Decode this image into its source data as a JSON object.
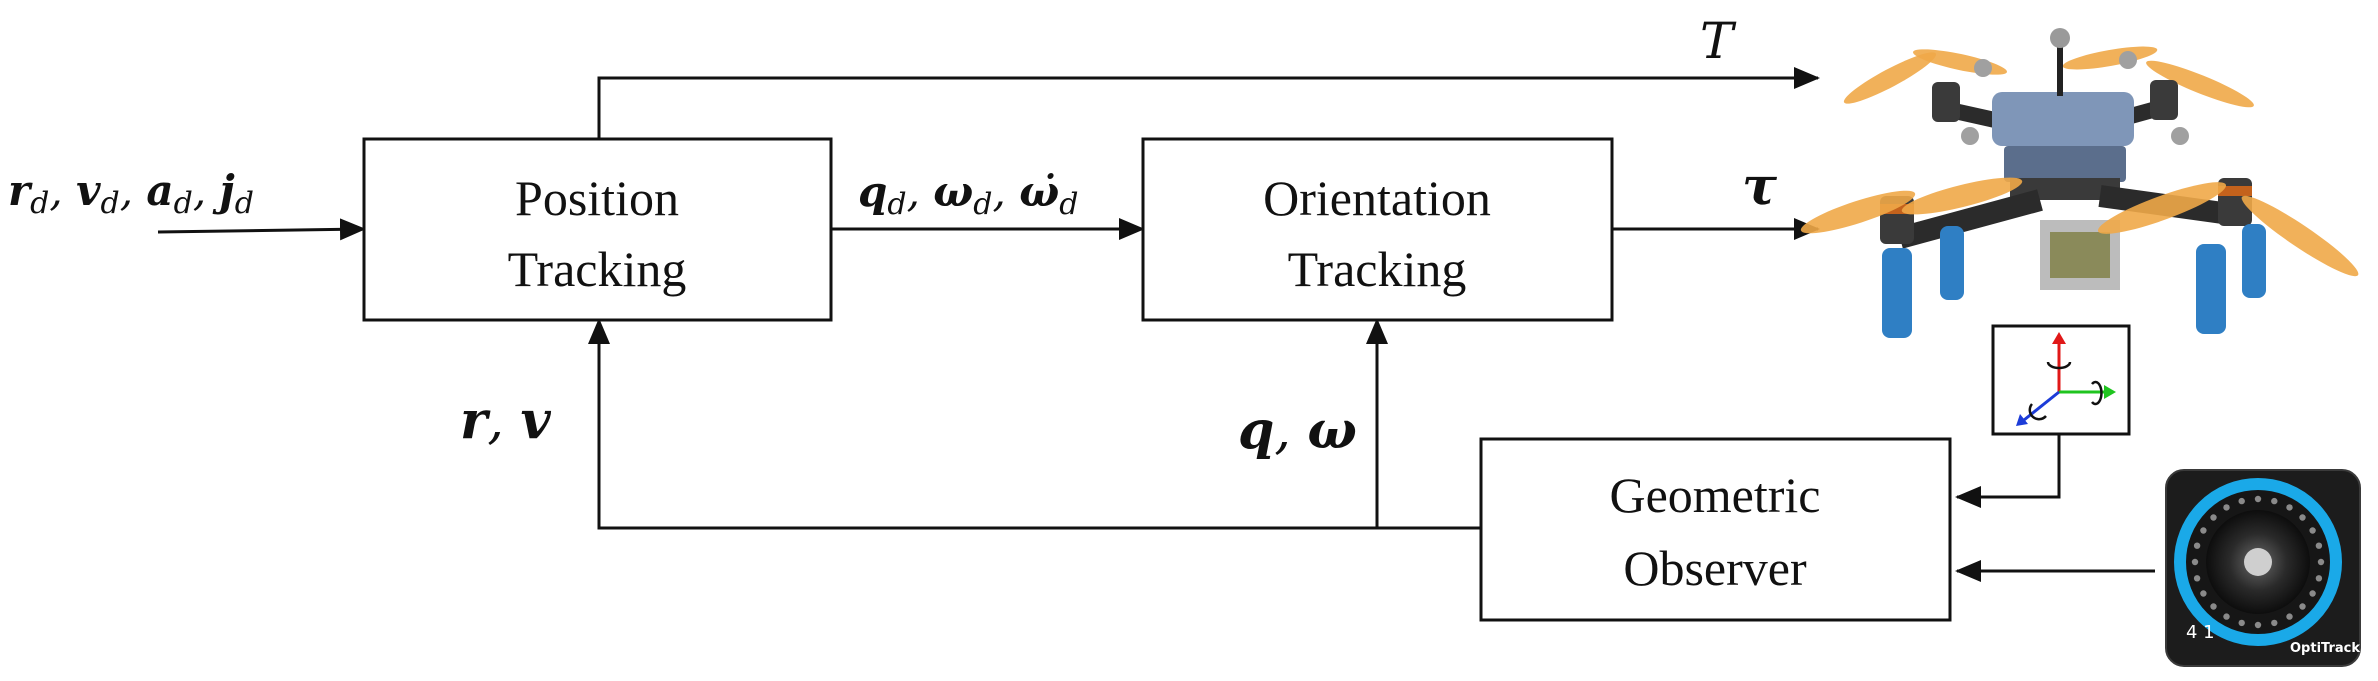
{
  "blocks": {
    "position": [
      "Position",
      "Tracking"
    ],
    "orientation": [
      "Orientation",
      "Tracking"
    ],
    "observer": [
      "Geometric",
      "Observer"
    ]
  },
  "signals": {
    "reference_input": [
      {
        "sym": "r",
        "sub": "d",
        "sep": ", "
      },
      {
        "sym": "v",
        "sub": "d",
        "sep": ", "
      },
      {
        "sym": "a",
        "sub": "d",
        "sep": ", "
      },
      {
        "sym": "j",
        "sub": "d",
        "sep": ""
      }
    ],
    "attitude_cmd": [
      {
        "sym": "q",
        "sub": "d",
        "sep": ", "
      },
      {
        "sym": "ω",
        "sub": "d",
        "sep": ", "
      },
      {
        "sym": "ω̇",
        "sub": "d",
        "sep": ""
      }
    ],
    "thrust": "T",
    "torque": "τ",
    "pos_feedback": [
      {
        "sym": "r",
        "sep": ", "
      },
      {
        "sym": "v",
        "sep": ""
      }
    ],
    "att_feedback": [
      {
        "sym": "q",
        "sep": ", "
      },
      {
        "sym": "ω",
        "sep": ""
      }
    ]
  },
  "camera": {
    "brand": "OptiTrack",
    "display": "4 1"
  },
  "colors": {
    "line": "#111111",
    "propeller": "#f0a848",
    "arm": "#2b2b2b",
    "leg": "#2f7fc4",
    "frame_plate": "#7f96b8",
    "axis_x": "#1fc41f",
    "axis_y": "#1c3cd8",
    "axis_z": "#e01818",
    "camera_ring": "#1aa9e8"
  }
}
